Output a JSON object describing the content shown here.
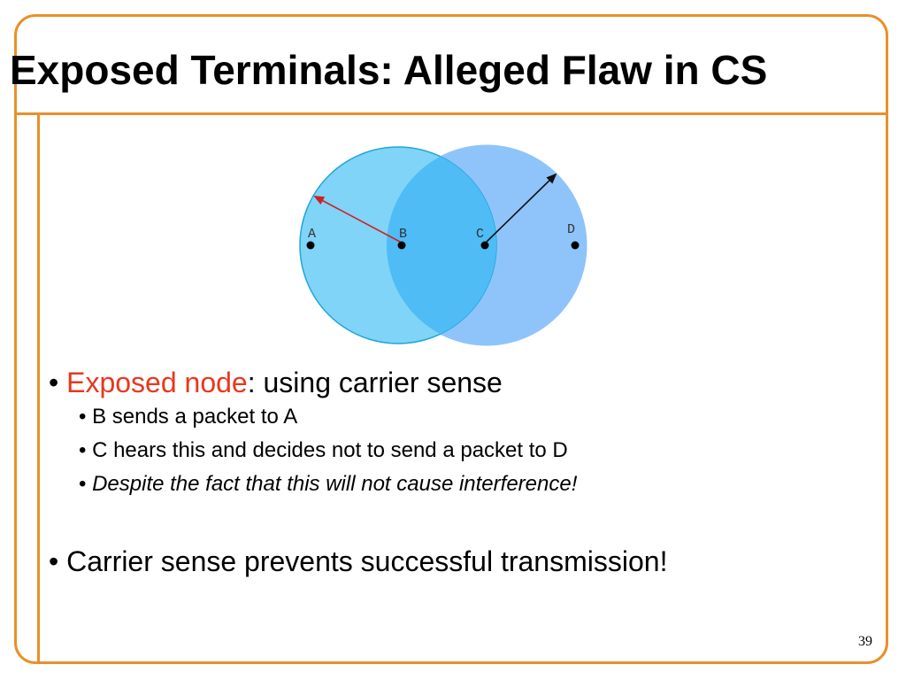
{
  "slide": {
    "title": "Exposed Terminals: Alleged Flaw in CS",
    "page_number": "39",
    "colors": {
      "frame": "#E8902A",
      "accent": "#E8381E",
      "range_b": "#7FD4F8",
      "range_c": "#8FC4FB",
      "overlap": "#4FBCF6"
    }
  },
  "diagram": {
    "nodes": [
      {
        "id": "A",
        "label": "A"
      },
      {
        "id": "B",
        "label": "B"
      },
      {
        "id": "C",
        "label": "C"
      },
      {
        "id": "D",
        "label": "D"
      }
    ],
    "arrows": [
      {
        "from": "B",
        "direction": "toward A",
        "color": "#D22020"
      },
      {
        "from": "C",
        "direction": "up-right",
        "color": "#111111"
      }
    ]
  },
  "bullets": {
    "b1_highlight": "Exposed node",
    "b1_rest": ": using carrier sense",
    "sub1": "B sends a packet to A",
    "sub2": "C hears this and decides not to send a packet to D",
    "sub3": "Despite the fact that this will not cause interference!",
    "b2": "Carrier sense prevents successful transmission!"
  }
}
